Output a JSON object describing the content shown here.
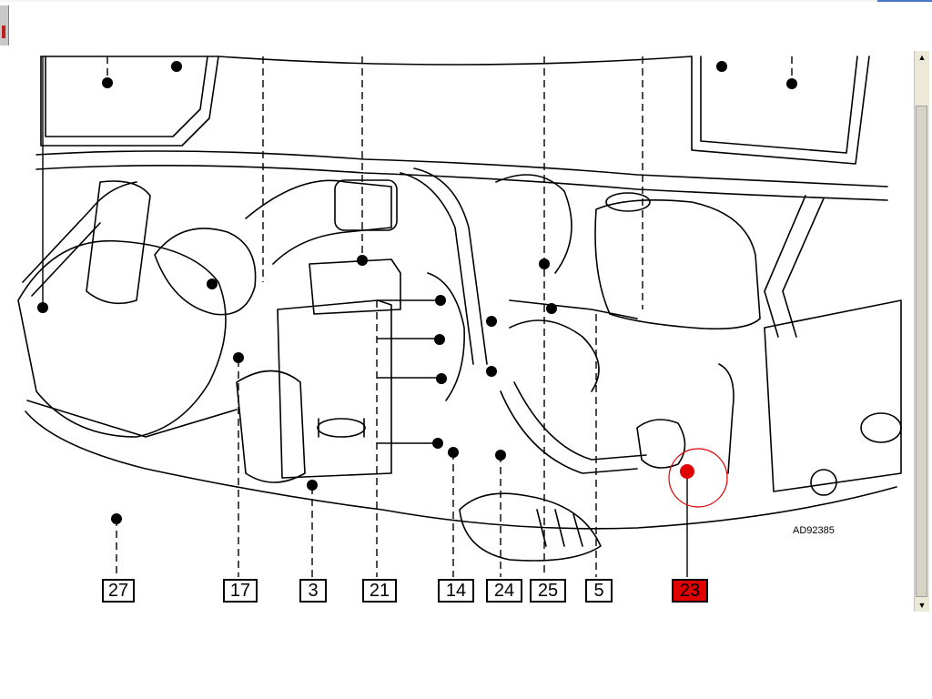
{
  "diagram": {
    "reference_code": "AD92385",
    "callouts": [
      {
        "label": "27",
        "active": false
      },
      {
        "label": "17",
        "active": false
      },
      {
        "label": "3",
        "active": false
      },
      {
        "label": "21",
        "active": false
      },
      {
        "label": "14",
        "active": false
      },
      {
        "label": "24",
        "active": false
      },
      {
        "label": "25",
        "active": false
      },
      {
        "label": "5",
        "active": false
      },
      {
        "label": "23",
        "active": true
      }
    ],
    "highlight_color": "#e00000"
  },
  "scrollbar": {
    "up_arrow": "▲",
    "down_arrow": "▼"
  }
}
